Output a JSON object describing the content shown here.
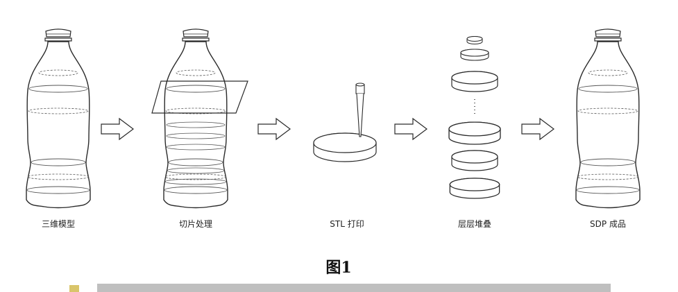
{
  "steps": [
    {
      "label": "三维模型"
    },
    {
      "label": "切片处理"
    },
    {
      "label": "STL 打印"
    },
    {
      "label": "层层堆叠"
    },
    {
      "label": "SDP 成品"
    }
  ],
  "caption": "图1",
  "colors": {
    "stroke": "#2a2a2a",
    "fill": "#ffffff",
    "text_partial": "#7a7a7a"
  }
}
